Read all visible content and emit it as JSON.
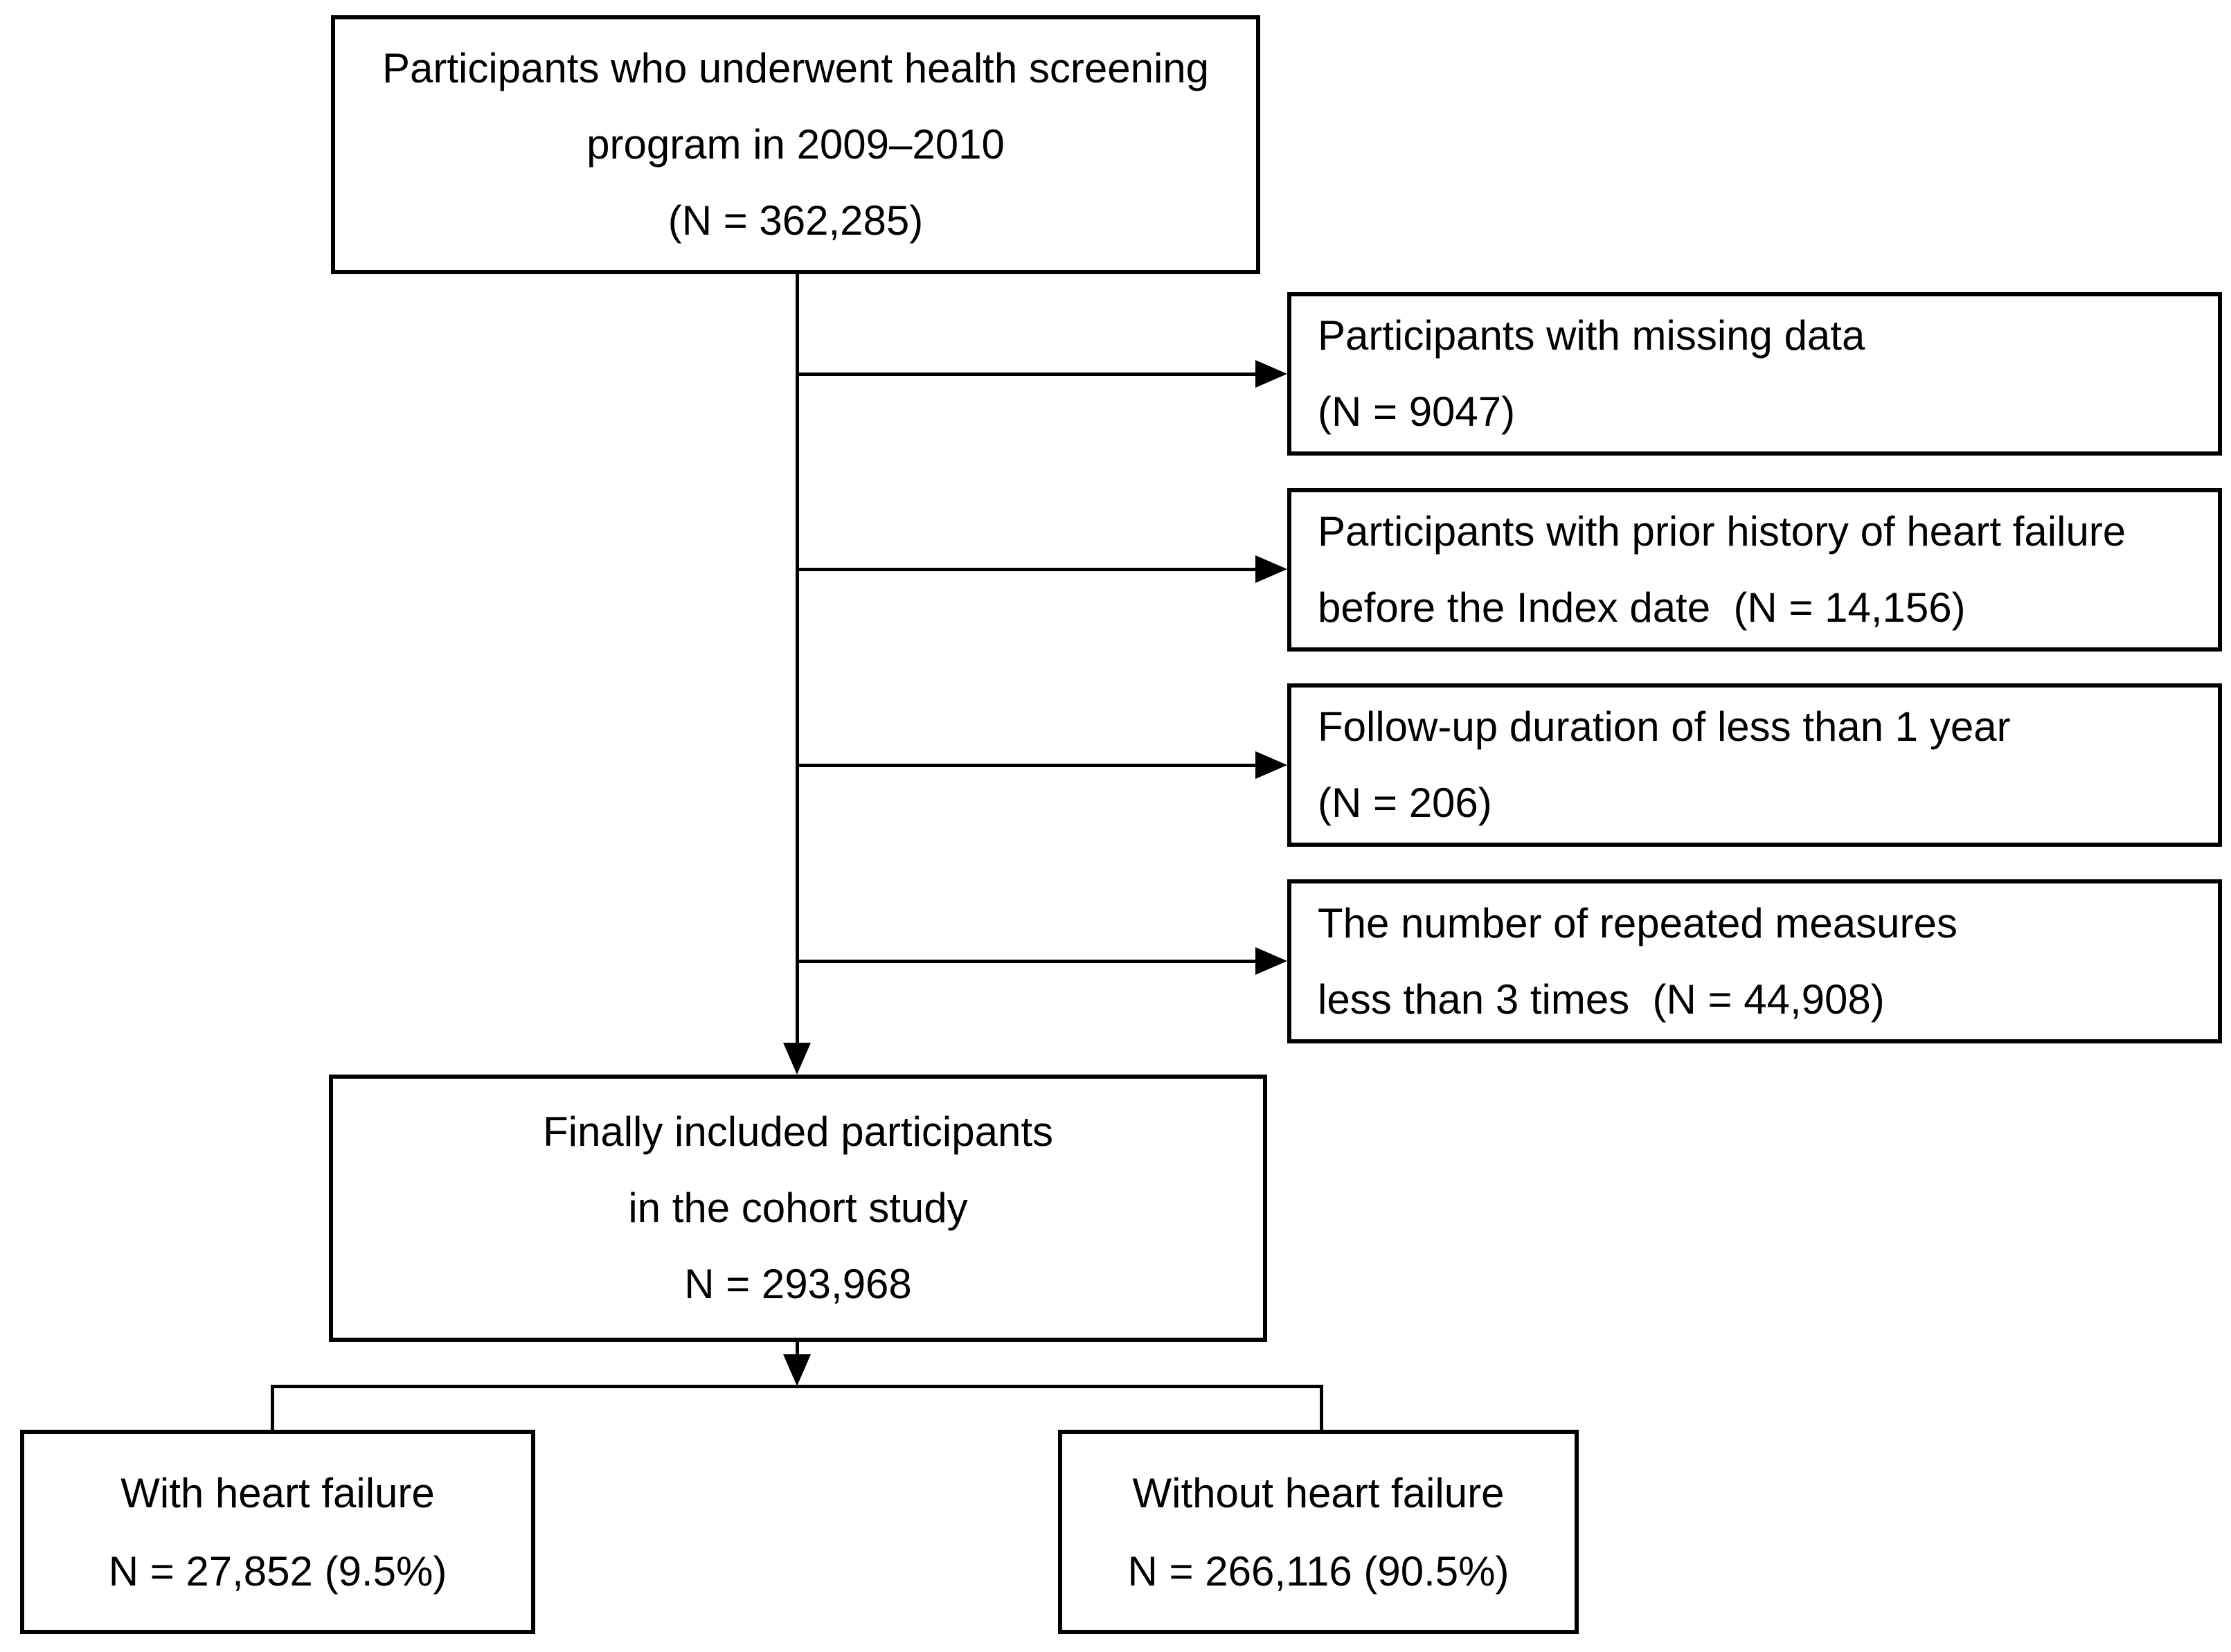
{
  "diagram": {
    "screening_box": {
      "line1": "Participants who underwent health screening",
      "line2": "program in 2009–2010",
      "line3": "(N = 362,285)"
    },
    "exclusions": [
      {
        "line1": "Participants with missing data",
        "line2": "(N = 9047)"
      },
      {
        "line1": "Participants with prior history of heart failure",
        "line2": "before the Index date  (N = 14,156)"
      },
      {
        "line1": "Follow-up duration of less than 1 year",
        "line2": "(N = 206)"
      },
      {
        "line1": "The number of repeated measures",
        "line2": "less than 3 times  (N = 44,908)"
      }
    ],
    "final_box": {
      "line1": "Finally included participants",
      "line2": "in the cohort study",
      "line3": "N = 293,968"
    },
    "outcomes": [
      {
        "line1": "With heart failure",
        "line2": "N = 27,852 (9.5%)"
      },
      {
        "line1": "Without heart failure",
        "line2": "N = 266,116 (90.5%)"
      }
    ]
  },
  "colors": {
    "line": "#000000",
    "background": "#ffffff",
    "text": "#000000"
  }
}
